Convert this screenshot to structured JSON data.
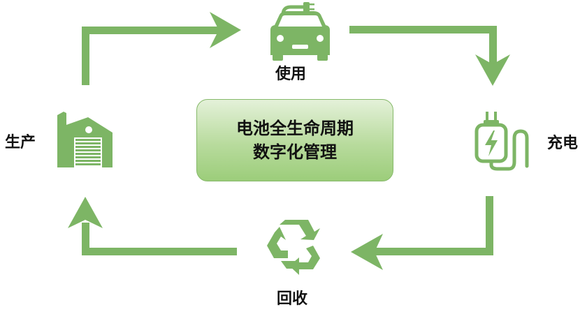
{
  "center": {
    "line1": "电池全生命周期",
    "line2": "数字化管理"
  },
  "stages": {
    "use": {
      "label": "使用",
      "icon": "car-charging-icon"
    },
    "charge": {
      "label": "充电",
      "icon": "charging-station-icon"
    },
    "recycle": {
      "label": "回收",
      "icon": "recycle-icon"
    },
    "produce": {
      "label": "生产",
      "icon": "factory-icon"
    }
  },
  "colors": {
    "accent": "#7db565",
    "box_top": "#e4f1d9",
    "box_bottom": "#9ccd7a",
    "text": "#111111"
  }
}
